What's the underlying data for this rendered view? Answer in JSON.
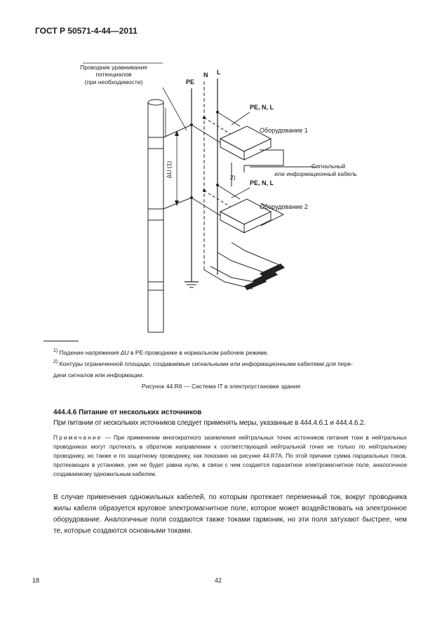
{
  "header": {
    "standard_code": "ГОСТ Р 50571-4-44—2011"
  },
  "figure": {
    "label_conductor_1": "Проводник уравнивания",
    "label_conductor_2": "потенциалов",
    "label_conductor_3": "(при необходимости)",
    "label_pe": "PE",
    "label_n": "N",
    "label_l": "L",
    "label_pe_n_l_1": "PE, N, L",
    "label_equipment_1": "Оборудование 1",
    "label_signal_1": "Сигнальный",
    "label_signal_2": "или информационный кабель",
    "label_note_2": "2)",
    "label_pe_n_l_2": "PE, N, L",
    "label_equipment_2": "Оборудование 2",
    "label_delta_u": "ΔU (1)"
  },
  "footnotes": {
    "fn1_marker": "1)",
    "fn1_text_a": "Падение напряжения ",
    "fn1_symbol": "ΔU",
    "fn1_text_b": " в PE-проводнике в нормальном рабочем режиме.",
    "fn2_marker": "2)",
    "fn2_text_line1": "Контуры ограниченной площади, создаваемые сигнальными или информационными кабелями для пере-",
    "fn2_text_line2": "дачи сигналов или информации."
  },
  "caption": "Рисунок 44.R6 — Система IT в электроустановке здания",
  "section": {
    "number_title": "444.4.6 Питание от нескольких источников",
    "intro": "При питании от нескольких источников следует применять меры, указанные в 444.4.6.1 и 444.4.6.2."
  },
  "note": {
    "label": "Примечание",
    "text": " — При применении многократного заземления нейтральных точек источников питания токи в нейтральных проводниках могут протекать в обратном направлении к соответствующей нейтральной точке не только по нейтральному проводнику, но также и по защитному проводнику, как показано на рисунке 44.R7A. По этой причине сумма парциальных токов, протекающих в установке, уже не будет равна нулю, в связи с чем создается паразитное электромагнитное поле, аналогичное создаваемому одножильным кабелем."
  },
  "body_paragraph": "В случае применения одножильных кабелей, по которым протекает переменный ток, вокруг проводника жилы кабеля образуется круговое электромагнитное поле, которое может воздействовать на электронное оборудование. Аналогичные поля создаются также токами гармоник, но эти поля затухают быстрее, чем те, которые создаются основными токами.",
  "footer": {
    "page_left": "18",
    "page_center": "42"
  }
}
